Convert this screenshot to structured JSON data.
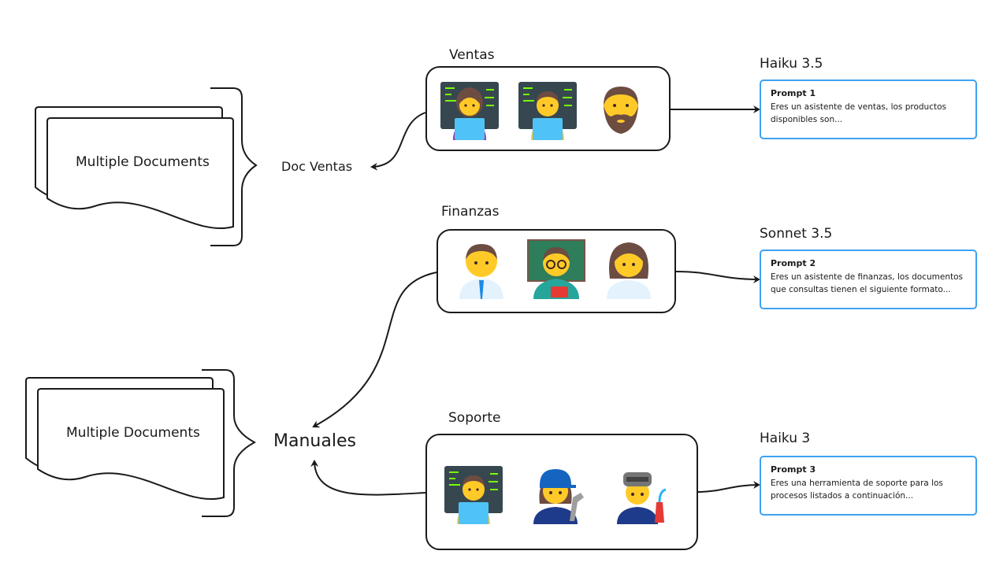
{
  "documents": [
    {
      "label": "Multiple Documents"
    },
    {
      "label": "Multiple Documents"
    }
  ],
  "labels": {
    "doc_ventas": "Doc Ventas",
    "manuales": "Manuales"
  },
  "groups": [
    {
      "title": "Ventas",
      "people": [
        "technologist-woman-icon",
        "technologist-man-icon",
        "bearded-man-icon"
      ]
    },
    {
      "title": "Finanzas",
      "people": [
        "office-worker-man-icon",
        "teacher-man-icon",
        "woman-icon"
      ]
    },
    {
      "title": "Soporte",
      "people": [
        "technologist-man-icon",
        "mechanic-woman-icon",
        "factory-worker-man-icon"
      ]
    }
  ],
  "models": [
    {
      "name": "Haiku 3.5",
      "prompt_title": "Prompt 1",
      "prompt_line1": "Eres un asistente de ventas, los productos",
      "prompt_line2": "disponibles son..."
    },
    {
      "name": "Sonnet 3.5",
      "prompt_title": "Prompt 2",
      "prompt_line1": "Eres un asistente de finanzas, los documentos",
      "prompt_line2": "que consultas tienen el siguiente formato..."
    },
    {
      "name": "Haiku 3",
      "prompt_title": "Prompt 3",
      "prompt_line1": "Eres una herramienta de soporte para los",
      "prompt_line2": "procesos listados a continuación..."
    }
  ],
  "colors": {
    "accent": "#3ea2f2",
    "stroke": "#1a1a1a",
    "skin": "#ffca28",
    "hair": "#6d4c41",
    "laptop": "#4fc3f7",
    "board": "#2e7d5b"
  }
}
